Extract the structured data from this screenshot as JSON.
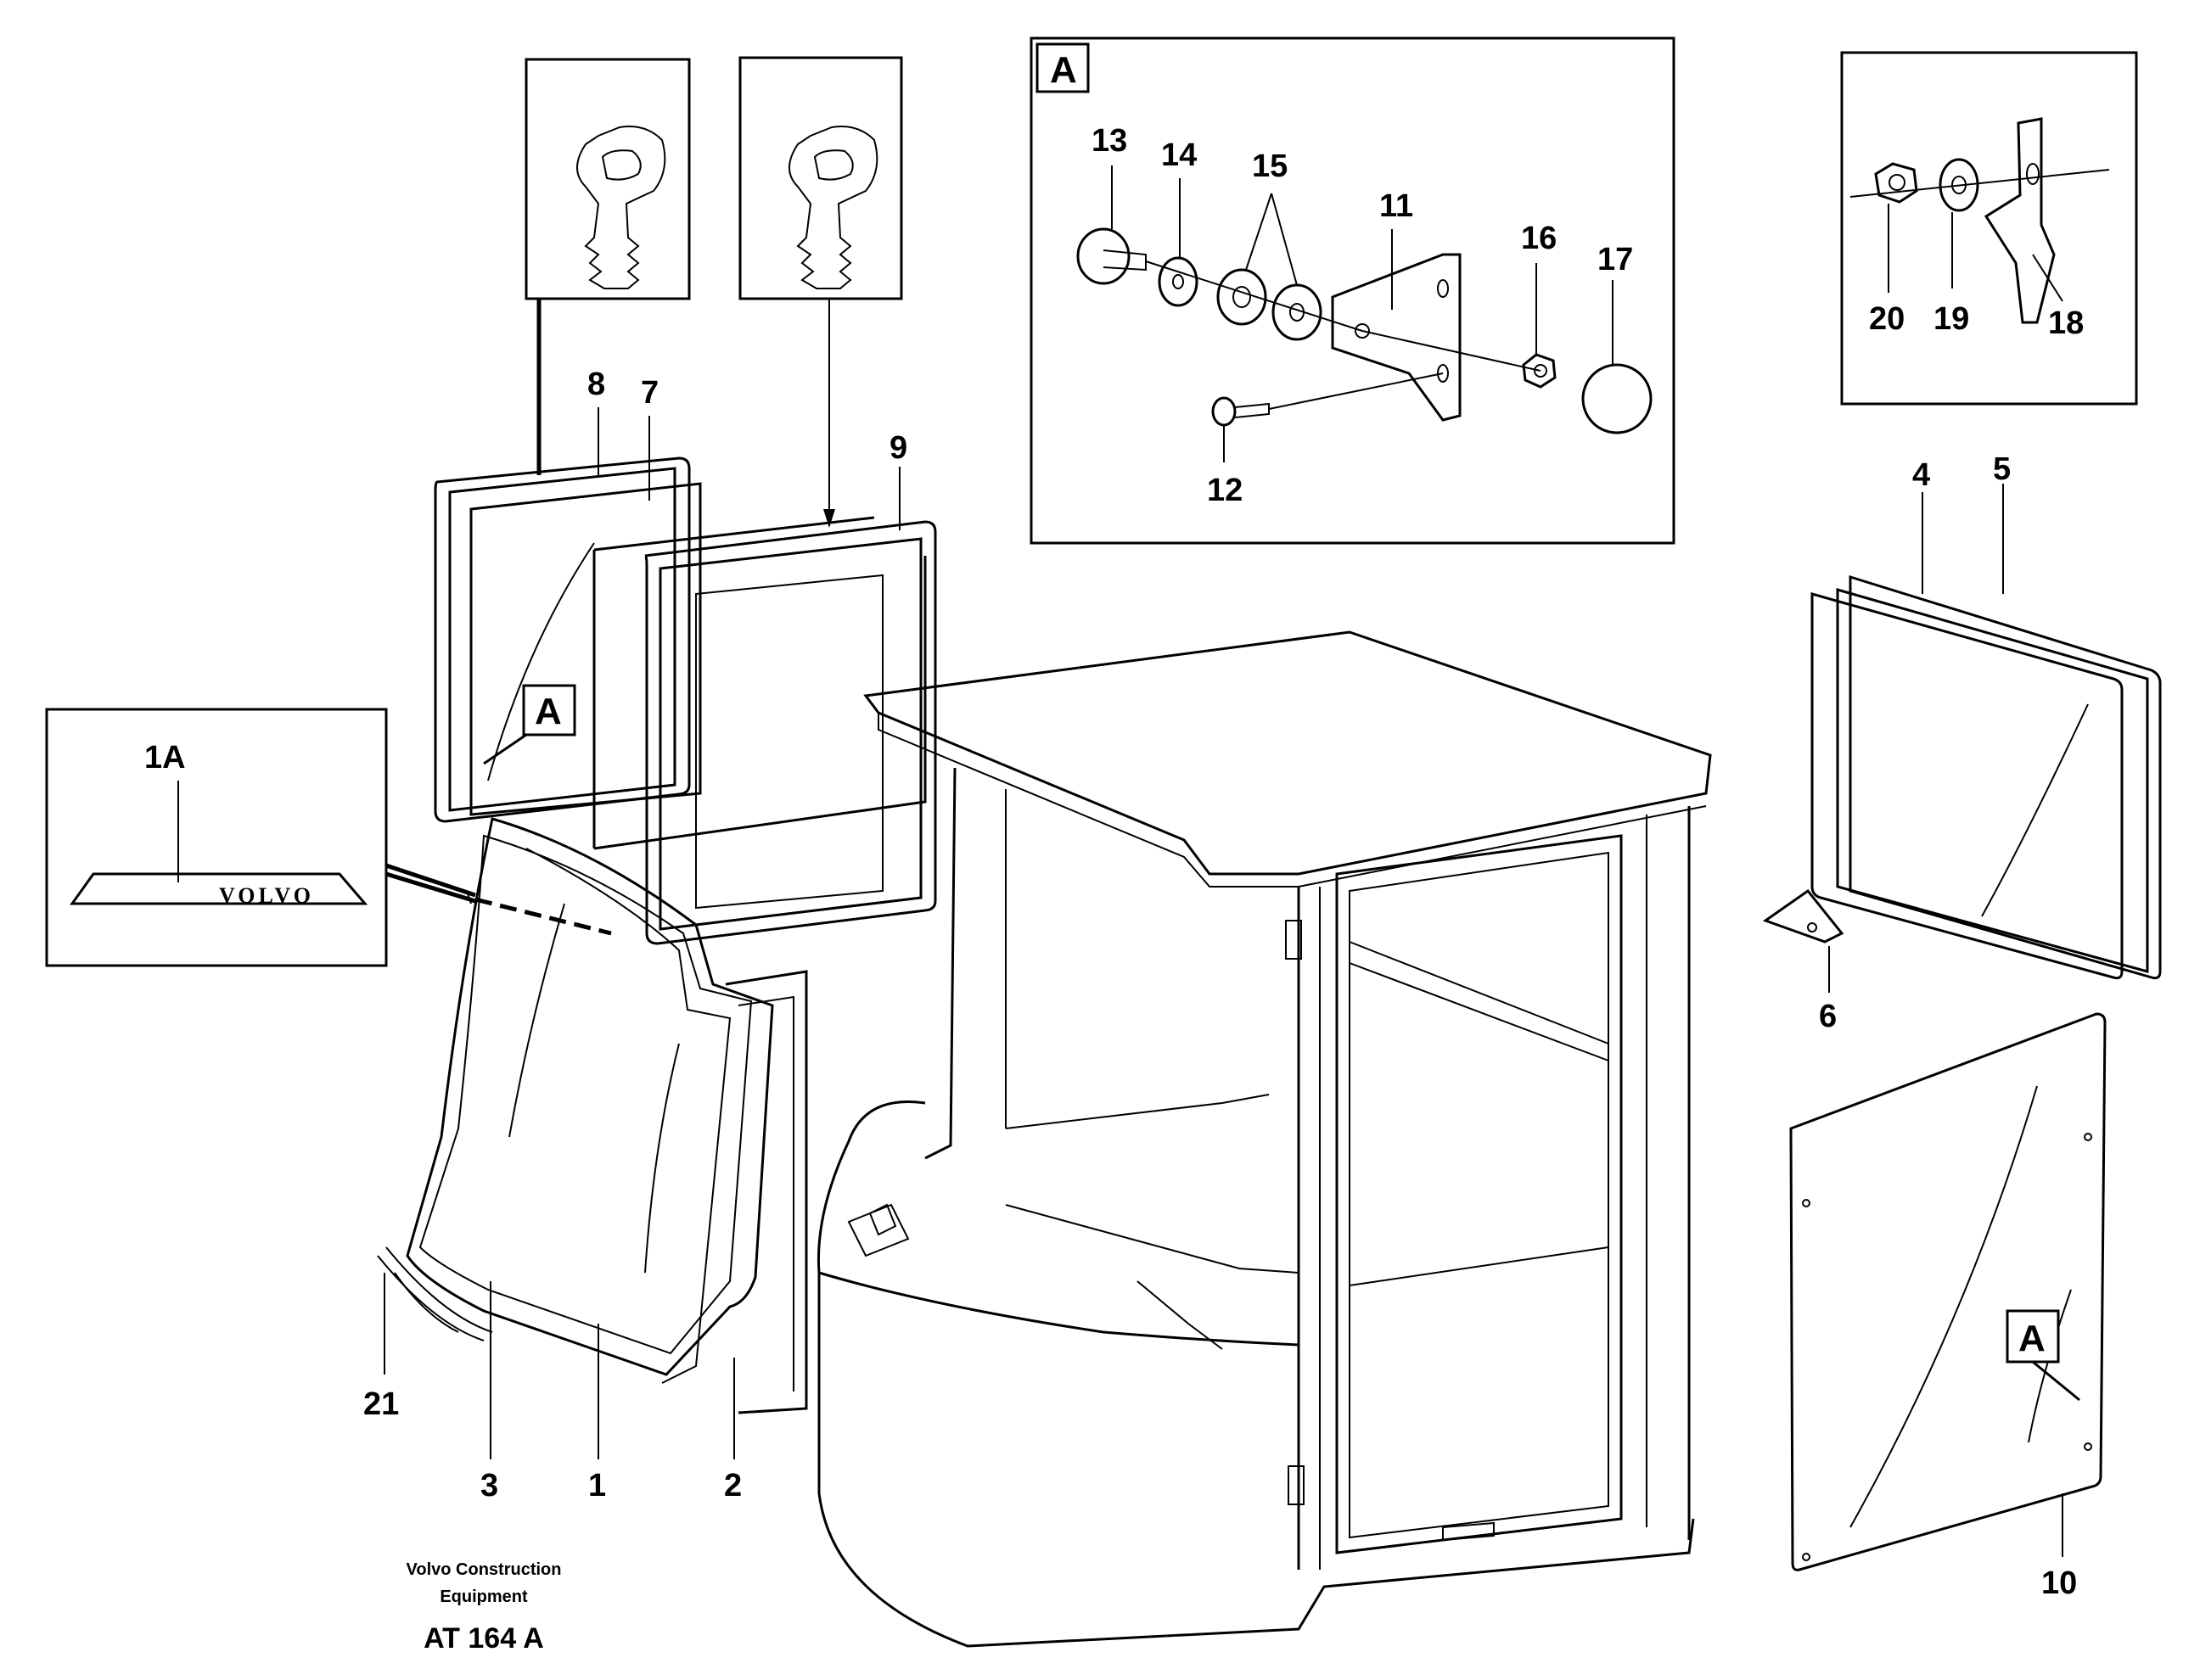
{
  "callouts": {
    "c1": "1",
    "c1a": "1A",
    "c2": "2",
    "c3": "3",
    "c4": "4",
    "c5": "5",
    "c6": "6",
    "c7": "7",
    "c8": "8",
    "c9": "9",
    "c10": "10",
    "c11": "11",
    "c12": "12",
    "c13": "13",
    "c14": "14",
    "c15": "15",
    "c16": "16",
    "c17": "17",
    "c18": "18",
    "c19": "19",
    "c20": "20",
    "c21": "21"
  },
  "detail_ref": "A",
  "logo_text": "VOLVO",
  "footer": {
    "company_line1": "Volvo Construction",
    "company_line2": "Equipment",
    "drawing_id": "AT 164 A"
  }
}
